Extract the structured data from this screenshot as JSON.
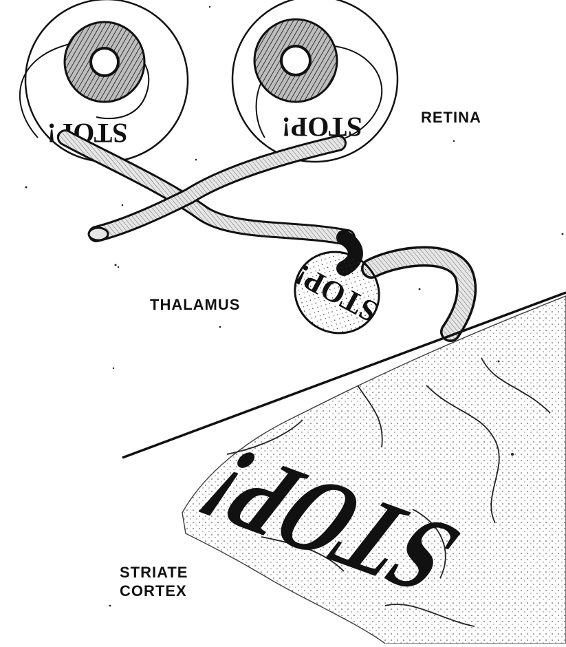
{
  "labels": {
    "retina": "RETINA",
    "thalamus": "THALAMUS",
    "striate_line1": "STRIATE",
    "striate_line2": "CORTEX"
  },
  "image_word": "STOP!",
  "colors": {
    "ink": "#111111",
    "paper": "#ffffff",
    "nerve_fill": "#e6e6e6",
    "cortex_fill": "#f4f4f4"
  }
}
